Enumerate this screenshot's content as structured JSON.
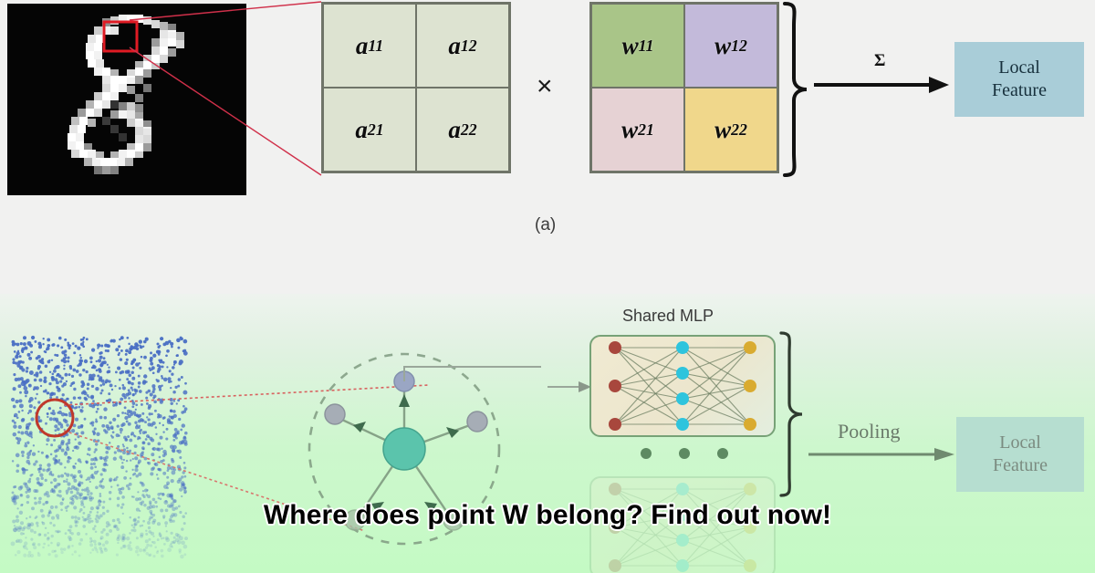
{
  "figure": {
    "panel_a": {
      "caption": "(a)",
      "operator": "×",
      "sum_symbol": "Σ",
      "input_matrix": {
        "name": "activation-matrix",
        "fill": "#dde3d1",
        "cells": [
          {
            "base": "a",
            "sub": "11"
          },
          {
            "base": "a",
            "sub": "12"
          },
          {
            "base": "a",
            "sub": "21"
          },
          {
            "base": "a",
            "sub": "22"
          }
        ]
      },
      "weight_matrix": {
        "name": "weight-matrix",
        "cells": [
          {
            "base": "w",
            "sub": "11",
            "fill": "#a9c588"
          },
          {
            "base": "w",
            "sub": "12",
            "fill": "#c3bada"
          },
          {
            "base": "w",
            "sub": "21",
            "fill": "#e6d2d4"
          },
          {
            "base": "w",
            "sub": "22",
            "fill": "#f0d78b"
          }
        ]
      },
      "output_box": {
        "line1": "Local",
        "line2": "Feature",
        "fill": "#a9cdd8"
      },
      "thumbnail": {
        "label": "mnist-digit-8",
        "background": "#050505",
        "highlight_color": "#e01b24"
      }
    },
    "panel_b": {
      "mlp_label": "Shared MLP",
      "pooling_label": "Pooling",
      "output_box": {
        "line1": "Local",
        "line2": "Feature",
        "fill": "#b6ded0"
      },
      "point_cloud": {
        "label": "point-cloud",
        "point_color": "#4a6fc4",
        "highlight_color": "#c0392b"
      },
      "neighborhood": {
        "center_color": "#5bc4ac",
        "neighbor_color": "#9aa6b4",
        "ring_color": "#7f9a80"
      },
      "mlp_nodes": {
        "input_color": "#a8473d",
        "hidden_color": "#2ec4dd",
        "output_color": "#d9ab30",
        "input_count": 3,
        "hidden_count": 4,
        "output_count": 3
      },
      "ellipsis": "• • •"
    }
  },
  "overlay": {
    "caption": "Where does point W belong? Find out now!"
  }
}
